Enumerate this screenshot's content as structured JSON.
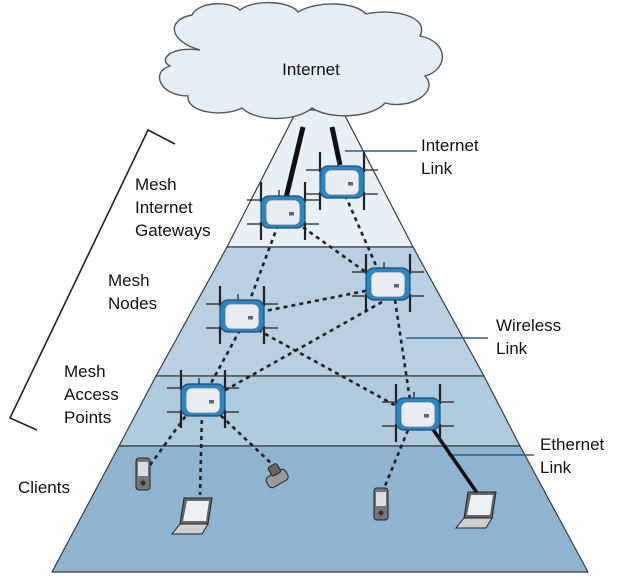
{
  "cloud": {
    "label": "Internet"
  },
  "tiers": [
    {
      "label_lines": [
        "Mesh",
        "Internet",
        "Gateways"
      ]
    },
    {
      "label_lines": [
        "Mesh",
        "Nodes"
      ]
    },
    {
      "label_lines": [
        "Mesh",
        "Access",
        "Points"
      ]
    },
    {
      "label_lines": [
        "Clients"
      ]
    }
  ],
  "callouts": [
    {
      "label_lines": [
        "Internet",
        "Link"
      ]
    },
    {
      "label_lines": [
        "Wireless",
        "Link"
      ]
    },
    {
      "label_lines": [
        "Ethernet",
        "Link"
      ]
    }
  ],
  "colors": {
    "tier_top": "#e8f0f6",
    "tier_mid": "#b8d0e2",
    "tier_low": "#b0cade",
    "tier_clients": "#8fb4cf",
    "router_ring": "#2a86c4",
    "router_body": "#e9edf2",
    "callout_line": "#2f5f86"
  },
  "icons": [
    "cloud-icon",
    "mesh-router-icon",
    "pda-icon",
    "laptop-icon",
    "flip-phone-icon"
  ]
}
